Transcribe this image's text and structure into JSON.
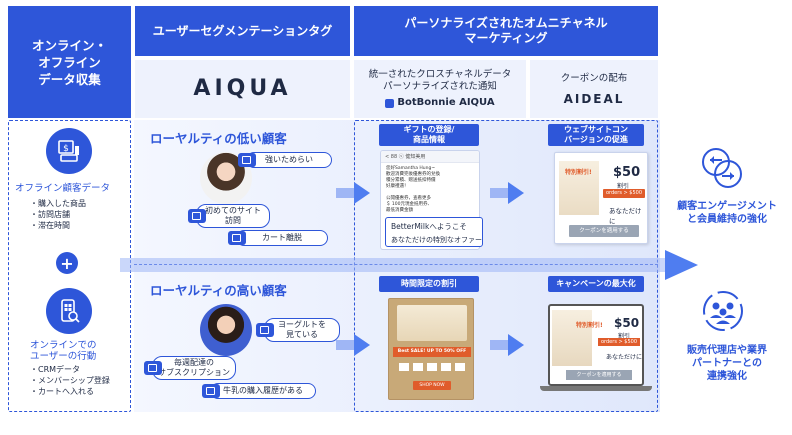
{
  "headers": {
    "col1": "オンライン・\nオフライン\nデータ収集",
    "col2": "ユーザーセグメンテーションタグ",
    "col3": "パーソナライズされたオムニチャネル\nマーケティング"
  },
  "subheaders": {
    "aiqua_logo": "AIQUA",
    "channel_text": "統一されたクロスチャネルデータ\nパーソナライズされた通知",
    "bb_logo": "BotBonnie AIQUA",
    "coupon_text": "クーポンの配布",
    "aideal_logo": "AIDEAL"
  },
  "left": {
    "offline_label": "オフライン顧客データ",
    "offline_items": [
      "・購入した商品",
      "・訪問店舗",
      "・滞在時間"
    ],
    "plus": "+",
    "online_label": "オンラインでの\nユーザーの行動",
    "online_items": [
      "・CRMデータ",
      "・メンバーシップ登録",
      "・カートへ入れる"
    ]
  },
  "segments": {
    "low": {
      "title": "ローヤルティの低い顧客",
      "tags": [
        "強いためらい",
        "初めてのサイト\n訪問",
        "カート離脱"
      ]
    },
    "high": {
      "title": "ローヤルティの高い顧客",
      "tags": [
        "ヨーグルトを\n見ている",
        "毎週配達の\nサブスクリプション",
        "牛乳の購入履歴がある"
      ]
    }
  },
  "channels": {
    "gift": "ギフトの登録/\n商品情報",
    "web": "ウェブサイトコン\nバージョンの促進",
    "limited": "時間限定の割引",
    "campaign": "キャンペーンの最大化"
  },
  "mocks": {
    "chat_header": "< 88   ⓥ 健知美用",
    "chat_body": "您好Samantha Hung~\n歡迎消費完後優惠券的兌換\n積分累積、贈送抵扣特價\n好康禮遇！\n\n公開優惠券，查看更多\n＄ 100元現金抵用券、\n最低消費金額",
    "welcome_line1": "BetterMilkへようこそ",
    "welcome_line2": "あなただけの特別なオファー",
    "discount_title": "特別割引!",
    "discount_price": "$50",
    "discount_sub": "割引",
    "discount_cond": "orders > $500",
    "discount_foryou": "あなただけに",
    "coupon_button": "クーポンを適用する",
    "sale_banner": "Best SALE! UP TO 50% OFF",
    "shop_now": "SHOP NOW",
    "discount2_title": "特別割引!",
    "discount2_price": "$50",
    "discount2_sub": "割引",
    "discount2_cond": "orders > $500",
    "discount2_foryou": "あなただけに",
    "coupon2_button": "クーポンを適用する"
  },
  "right": {
    "top_label": "顧客エンゲージメント\nと会員維持の強化",
    "bottom_label": "販売代理店や業界\nパートナーとの\n連携強化"
  },
  "colors": {
    "primary": "#2e56d9",
    "panel": "#e8eefc",
    "arrow": "#4f7df0"
  }
}
